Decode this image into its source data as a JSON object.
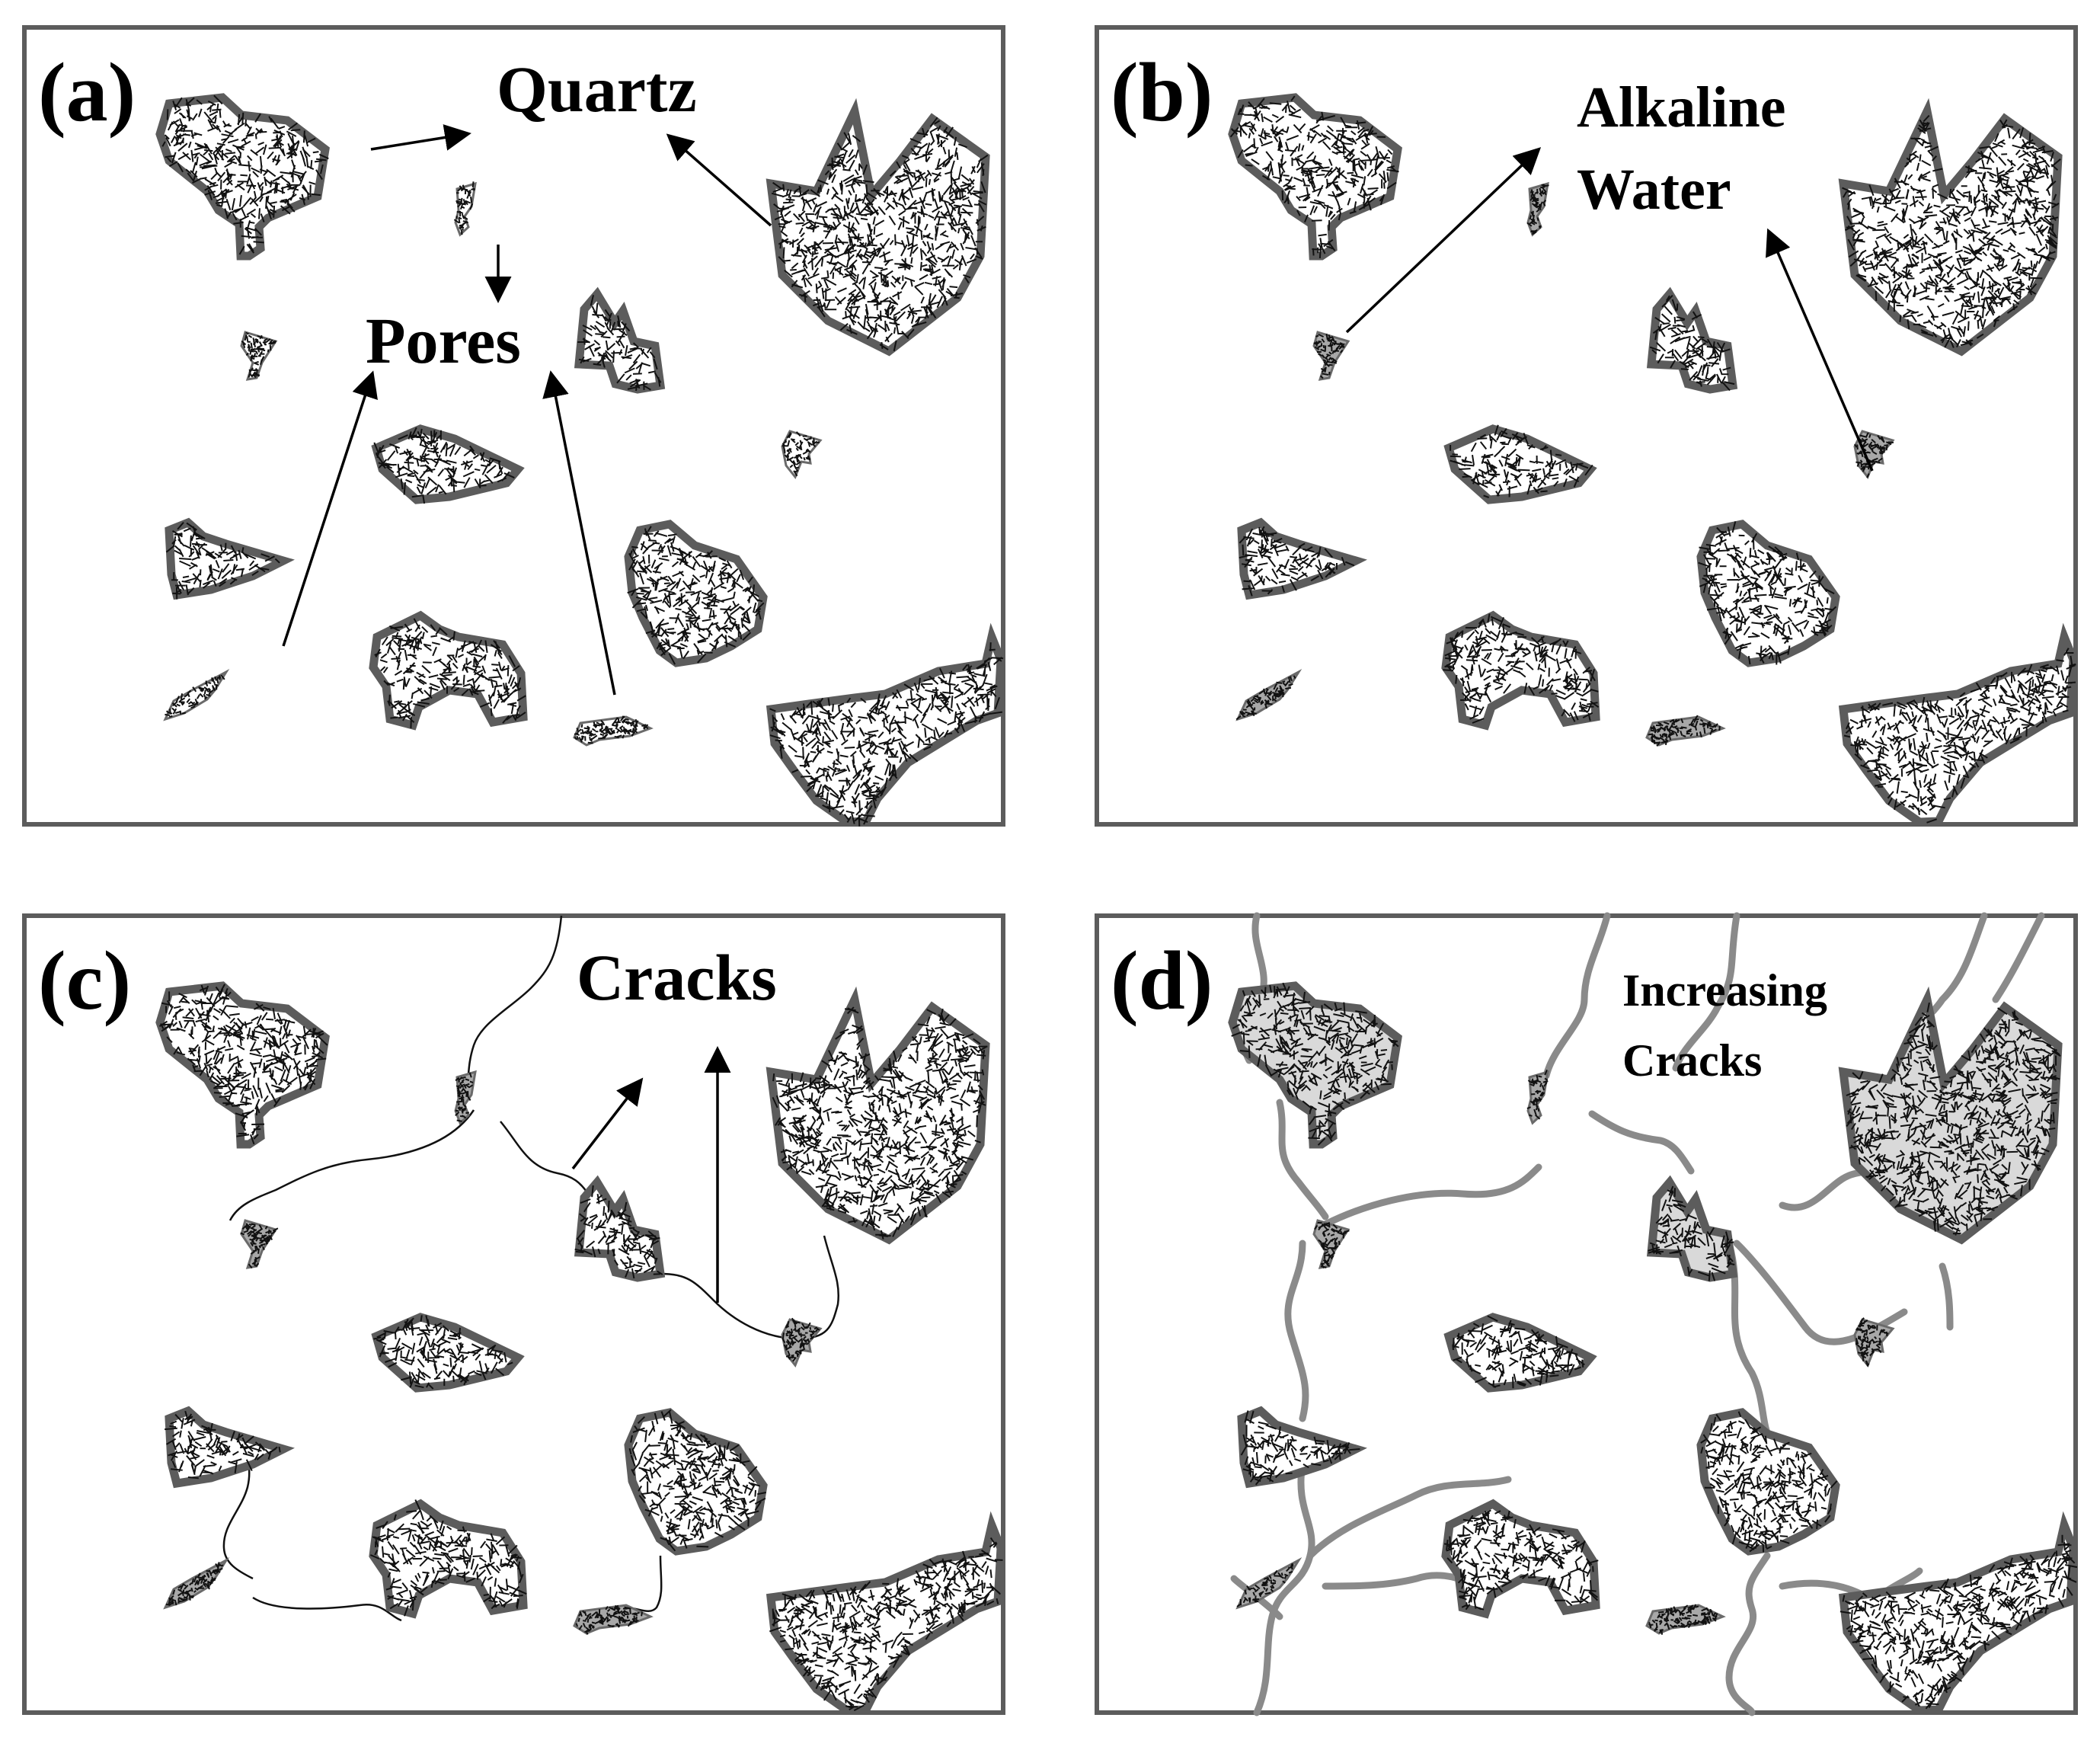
{
  "panels": [
    {
      "id": "a",
      "tag": "(a)",
      "labels": {
        "quartz": "Quartz",
        "pores": "Pores"
      }
    },
    {
      "id": "b",
      "tag": "(b)",
      "labels": {
        "alkaline_line1": "Alkaline",
        "alkaline_line2": "Water"
      }
    },
    {
      "id": "c",
      "tag": "(c)",
      "labels": {
        "cracks": "Cracks"
      }
    },
    {
      "id": "d",
      "tag": "(d)",
      "labels": {
        "increasing_line1": "Increasing",
        "increasing_line2": "Cracks"
      }
    }
  ],
  "colors": {
    "frame": "#5c5c5c",
    "quartz_fill": "#ffffff",
    "quartz_fill_d": "#d9d9d9",
    "pore_fill_a": "#ffffff",
    "pore_fill_wet": "#a8a8a8",
    "crack_thin": "#111111",
    "crack_thick": "#8a8a8a",
    "arrow": "#000000"
  }
}
